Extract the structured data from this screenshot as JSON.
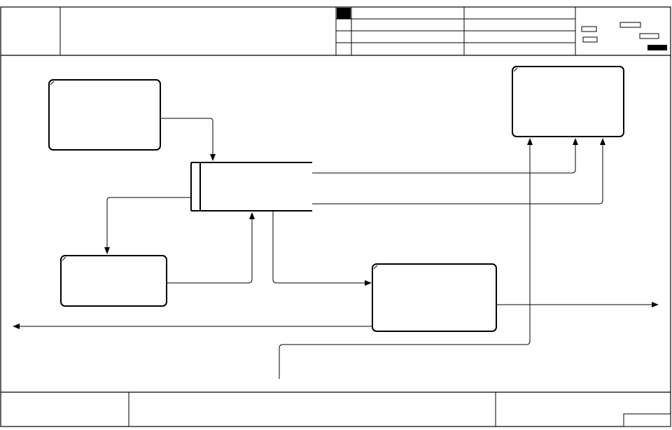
{
  "colors": {
    "ink": "#000000",
    "paper": "#ffffff"
  },
  "header": {
    "logo_text": "",
    "title_text": "",
    "revision_rows": [
      {
        "id": "",
        "description": "",
        "date": ""
      },
      {
        "id": "",
        "description": "",
        "date": ""
      },
      {
        "id": "",
        "description": "",
        "date": ""
      },
      {
        "id": "",
        "description": "",
        "date": ""
      }
    ],
    "status_legend": [
      "",
      "",
      "",
      "",
      ""
    ]
  },
  "diagram": {
    "processes": [
      {
        "id": "process-top-left",
        "label": ""
      },
      {
        "id": "process-bottom-left",
        "label": ""
      },
      {
        "id": "process-bottom-right",
        "label": ""
      },
      {
        "id": "process-top-right",
        "label": ""
      }
    ],
    "data_store": {
      "id": "data-store",
      "label": ""
    }
  },
  "footer": {
    "left_text": "",
    "center_text": "",
    "right_text": "",
    "page_number": ""
  }
}
